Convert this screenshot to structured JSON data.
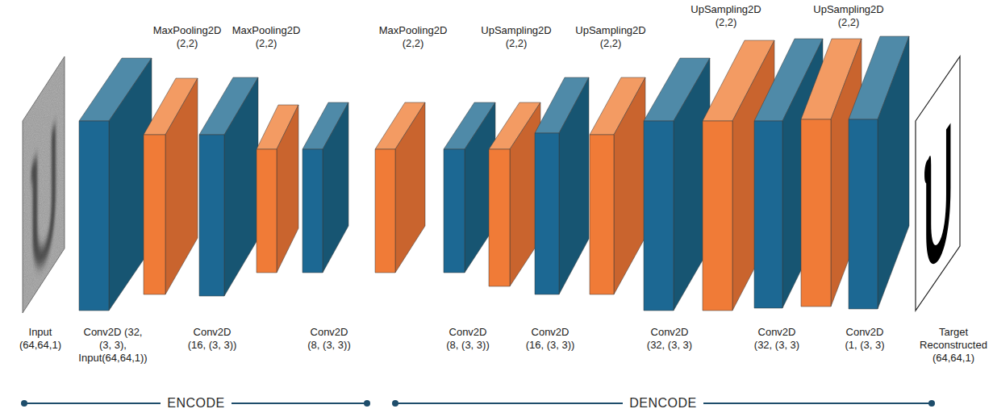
{
  "diagram": {
    "nodes": [
      {
        "text": [
          "Input (64,64,1)"
        ]
      },
      {
        "text": [
          "Conv2D (32, (3, 3), Input(64,64,1))"
        ]
      },
      {
        "text": [
          "MaxPooling2D (2,2)"
        ]
      },
      {
        "text": [
          "Conv2D (16, (3, 3))"
        ]
      },
      {
        "text": [
          "MaxPooling2D (2,2)"
        ]
      },
      {
        "text": [
          "Conv2D (8, (3, 3))"
        ]
      },
      {
        "text": [
          "MaxPooling2D (2,2)"
        ]
      },
      {
        "text": [
          "Conv2D (8, (3, 3))"
        ]
      },
      {
        "text": [
          "UpSampling2D (2,2)"
        ]
      },
      {
        "text": [
          "Conv2D (16, (3, 3))"
        ]
      },
      {
        "text": [
          "UpSampling2D (2,2)"
        ]
      },
      {
        "text": [
          "Conv2D (32, (3, 3)"
        ]
      },
      {
        "text": [
          "UpSampling2D (2,2)"
        ]
      },
      {
        "text": [
          "Conv2D (32, (3, 3)"
        ]
      },
      {
        "text": [
          "UpSampling2D (2,2)"
        ]
      },
      {
        "text": [
          "Conv2D (1, (3, 3)"
        ]
      },
      {
        "text": [
          "Target Reconstructed (64,64,1)"
        ]
      }
    ],
    "labels": [
      "ENCODE",
      "DENCODE"
    ]
  }
}
